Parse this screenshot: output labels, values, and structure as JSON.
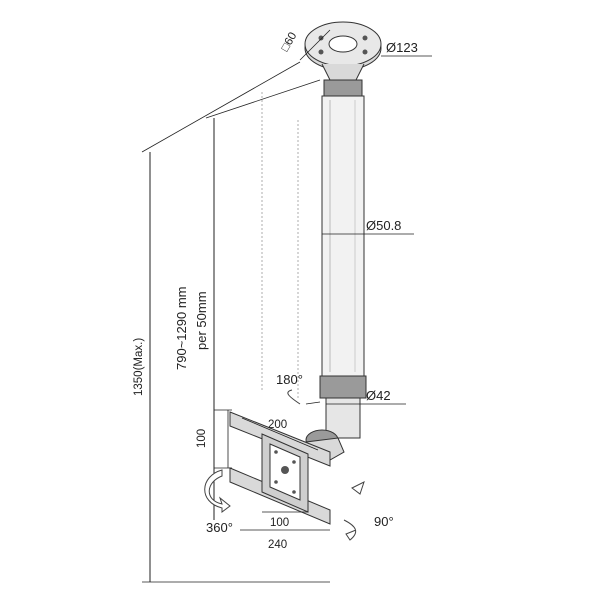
{
  "dimensions": {
    "ceiling_plate_diameter": "Ø123",
    "ceiling_plate_square": "□60",
    "pole_diameter": "Ø50.8",
    "lower_tube_diameter": "Ø42",
    "total_height": "1350(Max.)",
    "height_range": "790~1290 mm",
    "height_step": "per 50mm",
    "vesa_width_outer": "200",
    "vesa_height": "100",
    "vesa_inner": "100",
    "vesa_bottom_width": "240"
  },
  "rotations": {
    "swivel": "180°",
    "rotate": "360°",
    "tilt": "90°"
  }
}
